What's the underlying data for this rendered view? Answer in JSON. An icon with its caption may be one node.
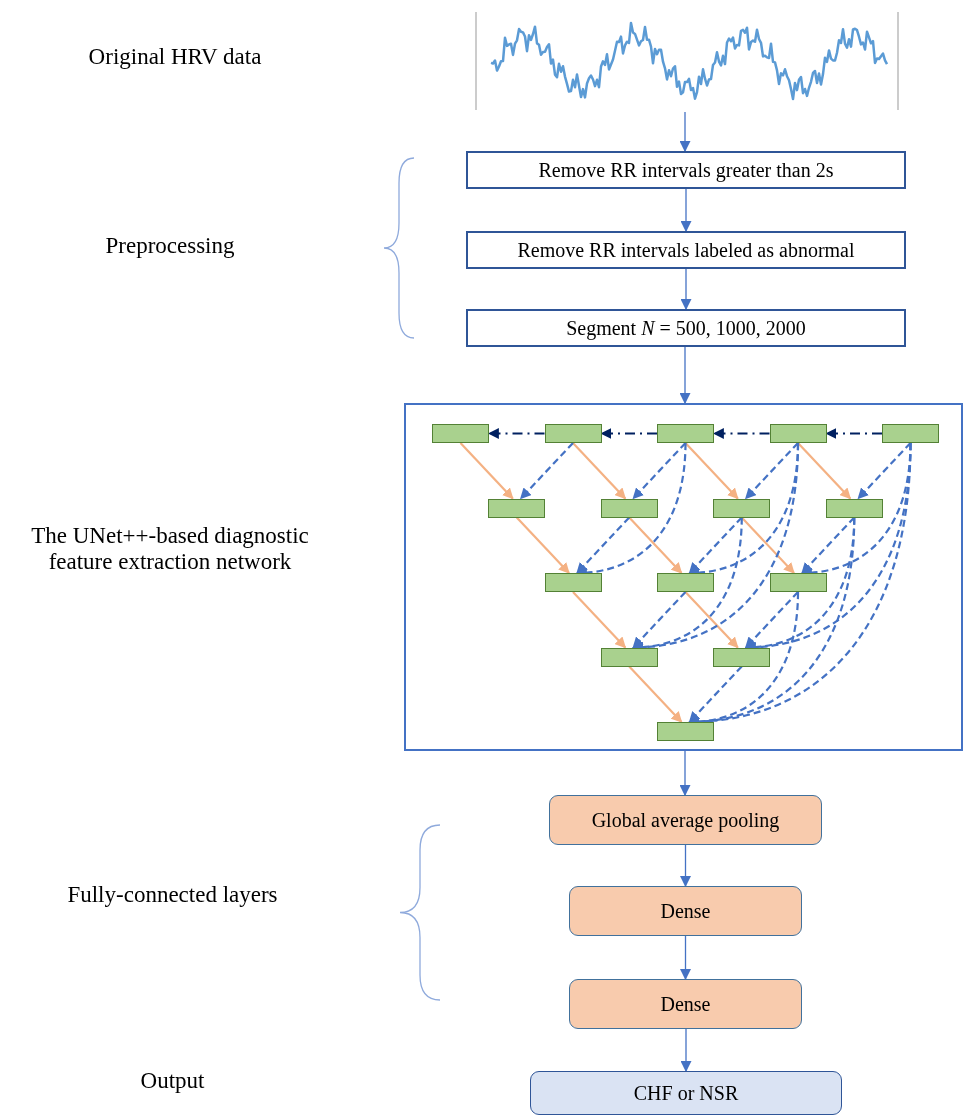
{
  "diagram": {
    "nodes": [
      {
        "text": [],
        "shape": "picture"
      },
      {
        "text": [
          "Remove RR intervals greater than 2s"
        ]
      },
      {
        "text": [
          "Remove RR intervals labeled as abnormal"
        ]
      },
      {
        "text": [
          "Segment *N* = 500, 1000, 2000"
        ]
      },
      {
        "text": [],
        "shape": "box"
      },
      {
        "text": [],
        "shape": "box",
        "in": 4
      },
      {
        "text": [],
        "shape": "box",
        "in": 4
      },
      {
        "text": [],
        "shape": "box",
        "in": 4
      },
      {
        "text": [],
        "shape": "box",
        "in": 4
      },
      {
        "text": [],
        "shape": "box",
        "in": 4
      },
      {
        "text": [],
        "shape": "box",
        "in": 4
      },
      {
        "text": [],
        "shape": "box",
        "in": 4
      },
      {
        "text": [],
        "shape": "box",
        "in": 4
      },
      {
        "text": [],
        "shape": "box",
        "in": 4
      },
      {
        "text": [],
        "shape": "box",
        "in": 4
      },
      {
        "text": [],
        "shape": "box",
        "in": 4
      },
      {
        "text": [],
        "shape": "box",
        "in": 4
      },
      {
        "text": [],
        "shape": "box",
        "in": 4
      },
      {
        "text": [],
        "shape": "box",
        "in": 4
      },
      {
        "text": [],
        "shape": "box",
        "in": 4
      },
      {
        "text": [
          "Global average pooling"
        ]
      },
      {
        "text": [
          "Dense"
        ]
      },
      {
        "text": [
          "Dense"
        ]
      },
      {
        "text": [
          "CHF or NSR"
        ]
      }
    ],
    "edges": [
      {
        "from": 0,
        "to": 1,
        "arrow": "to"
      },
      {
        "from": 1,
        "to": 2,
        "arrow": "to"
      },
      {
        "from": 2,
        "to": 3,
        "arrow": "to"
      },
      {
        "from": 3,
        "to": 4,
        "arrow": "to"
      },
      {
        "from": 6,
        "to": 5,
        "arrow": "to",
        "style": "dashed",
        "color": "#002060"
      },
      {
        "from": 7,
        "to": 6,
        "arrow": "to",
        "style": "dashed",
        "color": "#002060"
      },
      {
        "from": 8,
        "to": 7,
        "arrow": "to",
        "style": "dashed",
        "color": "#002060"
      },
      {
        "from": 9,
        "to": 8,
        "arrow": "to",
        "style": "dashed",
        "color": "#002060"
      },
      {
        "from": 5,
        "to": 10,
        "arrow": "to",
        "color": "#f4b183"
      },
      {
        "from": 6,
        "to": 11,
        "arrow": "to",
        "color": "#f4b183"
      },
      {
        "from": 7,
        "to": 12,
        "arrow": "to",
        "color": "#f4b183"
      },
      {
        "from": 8,
        "to": 13,
        "arrow": "to",
        "color": "#f4b183"
      },
      {
        "from": 10,
        "to": 14,
        "arrow": "to",
        "color": "#f4b183"
      },
      {
        "from": 11,
        "to": 15,
        "arrow": "to",
        "color": "#f4b183"
      },
      {
        "from": 12,
        "to": 16,
        "arrow": "to",
        "color": "#f4b183"
      },
      {
        "from": 14,
        "to": 17,
        "arrow": "to",
        "color": "#f4b183"
      },
      {
        "from": 15,
        "to": 18,
        "arrow": "to",
        "color": "#f4b183"
      },
      {
        "from": 17,
        "to": 19,
        "arrow": "to",
        "color": "#f4b183"
      },
      {
        "from": 6,
        "to": 10,
        "arrow": "to",
        "style": "dashed"
      },
      {
        "from": 7,
        "to": 11,
        "arrow": "to",
        "style": "dashed"
      },
      {
        "from": 8,
        "to": 12,
        "arrow": "to",
        "style": "dashed"
      },
      {
        "from": 9,
        "to": 13,
        "arrow": "to",
        "style": "dashed"
      },
      {
        "from": 11,
        "to": 14,
        "arrow": "to",
        "style": "dashed"
      },
      {
        "from": 7,
        "to": 14,
        "arrow": "to",
        "style": "dashed"
      },
      {
        "from": 12,
        "to": 15,
        "arrow": "to",
        "style": "dashed"
      },
      {
        "from": 8,
        "to": 15,
        "arrow": "to",
        "style": "dashed"
      },
      {
        "from": 13,
        "to": 16,
        "arrow": "to",
        "style": "dashed"
      },
      {
        "from": 9,
        "to": 16,
        "arrow": "to",
        "style": "dashed"
      },
      {
        "from": 15,
        "to": 17,
        "arrow": "to",
        "style": "dashed"
      },
      {
        "from": 12,
        "to": 17,
        "arrow": "to",
        "style": "dashed"
      },
      {
        "from": 8,
        "to": 17,
        "arrow": "to",
        "style": "dashed"
      },
      {
        "from": 16,
        "to": 18,
        "arrow": "to",
        "style": "dashed"
      },
      {
        "from": 13,
        "to": 18,
        "arrow": "to",
        "style": "dashed"
      },
      {
        "from": 9,
        "to": 18,
        "arrow": "to",
        "style": "dashed"
      },
      {
        "from": 18,
        "to": 19,
        "arrow": "to",
        "style": "dashed"
      },
      {
        "from": 16,
        "to": 19,
        "arrow": "to",
        "style": "dashed"
      },
      {
        "from": 13,
        "to": 19,
        "arrow": "to",
        "style": "dashed"
      },
      {
        "from": 9,
        "to": 19,
        "arrow": "to",
        "style": "dashed"
      },
      {
        "from": 4,
        "to": 20,
        "arrow": "to"
      },
      {
        "from": 20,
        "to": 21,
        "arrow": "to"
      },
      {
        "from": 21,
        "to": 22,
        "arrow": "to"
      },
      {
        "from": 22,
        "to": 23,
        "arrow": "to"
      }
    ],
    "labels": [
      "Original HRV data",
      "Preprocessing",
      "The UNet++-based diagnostic feature extraction network",
      "Fully-connected layers",
      "Output"
    ]
  }
}
